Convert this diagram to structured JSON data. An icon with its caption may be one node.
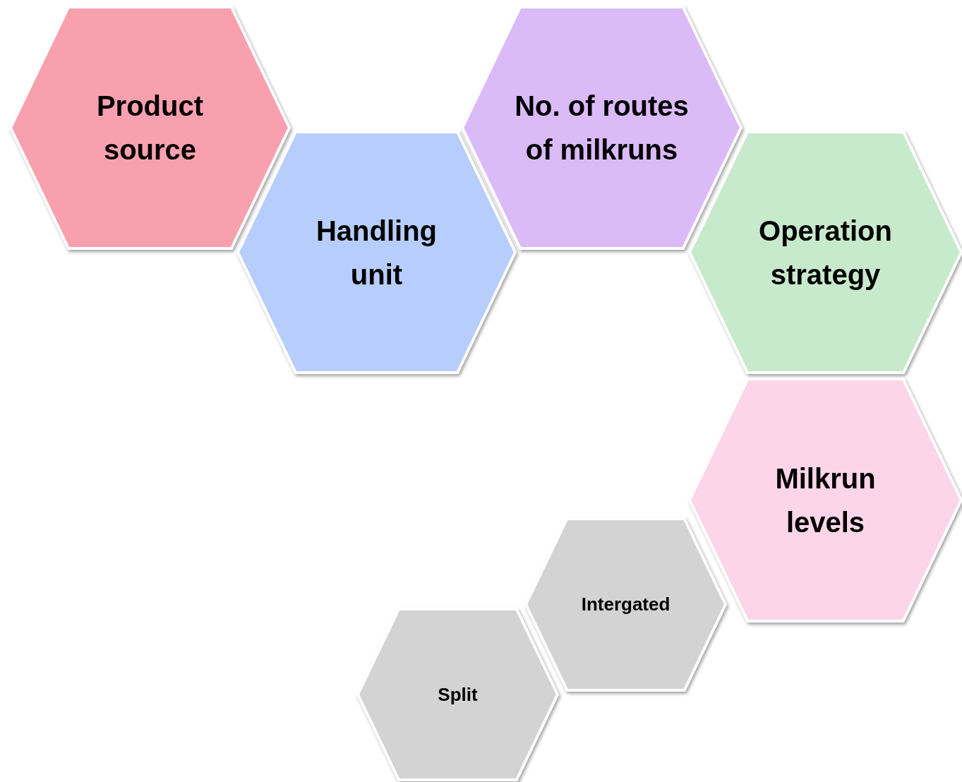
{
  "diagram": {
    "nodes": [
      {
        "text": [
          "Product source"
        ]
      },
      {
        "text": [
          "Handling unit"
        ]
      },
      {
        "text": [
          "No. of routes of milkruns"
        ]
      },
      {
        "text": [
          "Operation strategy"
        ]
      },
      {
        "text": [
          "Milkrun levels"
        ]
      },
      {
        "text": [
          "Intergated"
        ]
      },
      {
        "text": [
          "Split"
        ]
      }
    ]
  }
}
